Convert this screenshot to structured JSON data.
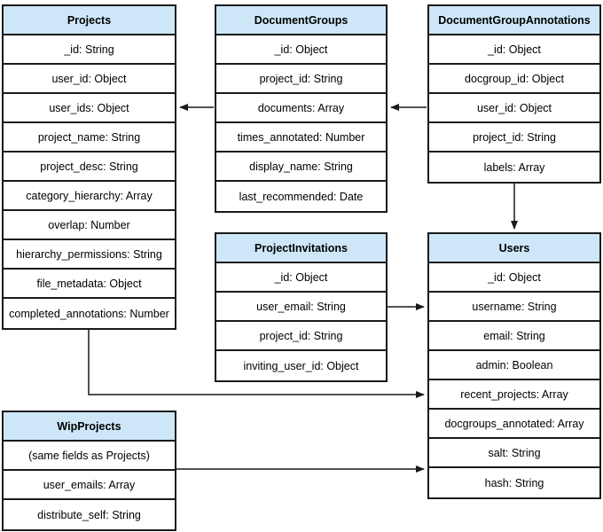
{
  "colors": {
    "header_fill": "#cee7f8",
    "border": "#1a1a1a",
    "row_fill": "#ffffff",
    "background": "#ffffff",
    "text": "#000000"
  },
  "entities": {
    "projects": {
      "title": "Projects",
      "fields": [
        "_id: String",
        "user_id: Object",
        "user_ids: Object",
        "project_name: String",
        "project_desc: String",
        "category_hierarchy: Array",
        "overlap: Number",
        "hierarchy_permissions: String",
        "file_metadata: Object",
        "completed_annotations: Number"
      ]
    },
    "document_groups": {
      "title": "DocumentGroups",
      "fields": [
        "_id: Object",
        "project_id: String",
        "documents: Array",
        "times_annotated: Number",
        "display_name: String",
        "last_recommended: Date"
      ]
    },
    "document_group_annotations": {
      "title": "DocumentGroupAnnotations",
      "fields": [
        "_id: Object",
        "docgroup_id: Object",
        "user_id: Object",
        "project_id: String",
        "labels: Array"
      ]
    },
    "project_invitations": {
      "title": "ProjectInvitations",
      "fields": [
        "_id: Object",
        "user_email: String",
        "project_id: String",
        "inviting_user_id: Object"
      ]
    },
    "users": {
      "title": "Users",
      "fields": [
        "_id: Object",
        "username: String",
        "email: String",
        "admin: Boolean",
        "recent_projects: Array",
        "docgroups_annotated: Array",
        "salt: String",
        "hash: String"
      ]
    },
    "wip_projects": {
      "title": "WipProjects",
      "fields": [
        "(same fields as Projects)",
        "user_emails: Array",
        "distribute_self: String"
      ]
    }
  },
  "connections": [
    {
      "from": "DocumentGroups",
      "to": "Projects"
    },
    {
      "from": "DocumentGroupAnnotations",
      "to": "DocumentGroups"
    },
    {
      "from": "DocumentGroupAnnotations",
      "to": "Users"
    },
    {
      "from": "ProjectInvitations",
      "to": "Users"
    },
    {
      "from": "Projects",
      "to": "Users"
    },
    {
      "from": "WipProjects",
      "to": "Users"
    }
  ]
}
